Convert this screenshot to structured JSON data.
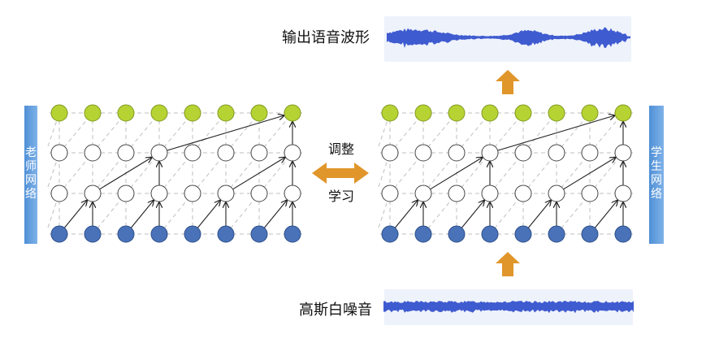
{
  "labels": {
    "output_waveform": "输出语音波形",
    "gaussian_noise": "高斯白噪音",
    "adjust": "调整",
    "learn": "学习",
    "teacher_network": "老师网络",
    "student_network": "学生网络"
  },
  "colors": {
    "output_node": "#b6d334",
    "input_node": "#4a72b8",
    "hidden_node": "#ffffff",
    "side_bar": "#5b9bd5",
    "arrow": "#e0962a",
    "waveform": "#3f5bd0",
    "waveform_bg": "#eef2fb",
    "dashed": "#bfbfbf"
  },
  "network": {
    "columns": 8,
    "layers": [
      "output",
      "hidden",
      "hidden",
      "input"
    ]
  },
  "icons": {
    "up_arrow": "up-arrow-icon",
    "double_arrow": "double-arrow-icon"
  }
}
